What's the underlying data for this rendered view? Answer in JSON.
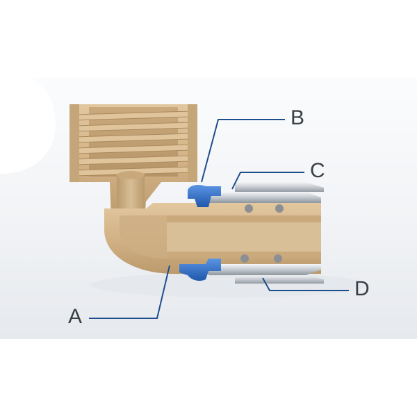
{
  "callouts": {
    "a": "A",
    "b": "B",
    "c": "C",
    "d": "D"
  },
  "colors": {
    "brass": "#d6b88e",
    "brass_dark": "#b8996c",
    "seal_blue": "#2f6fc9",
    "leader_line": "#1f4e8f",
    "pipe_silver": "#c9cdd2"
  }
}
